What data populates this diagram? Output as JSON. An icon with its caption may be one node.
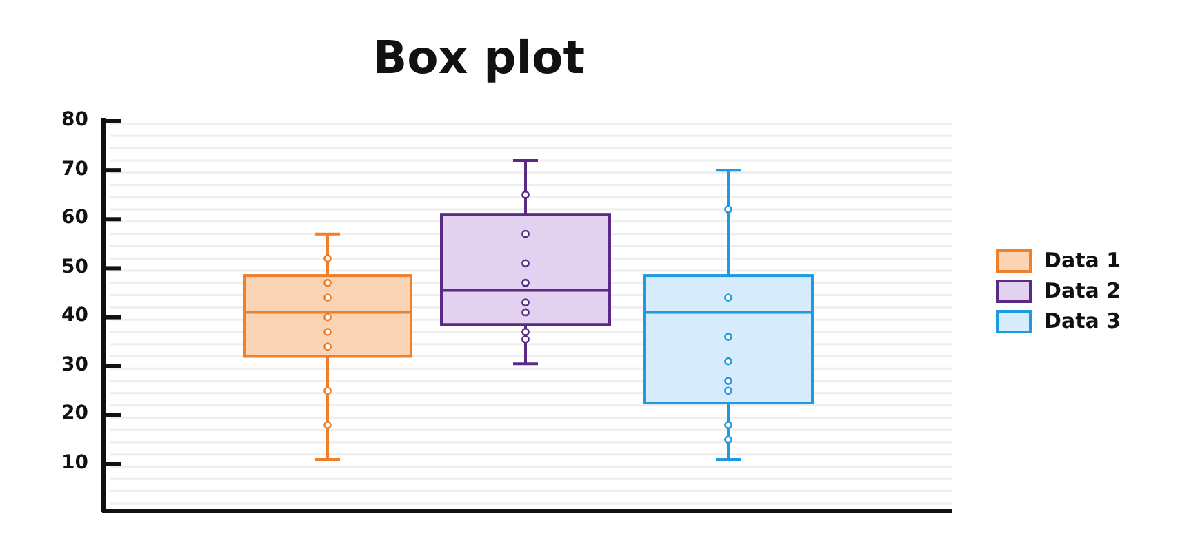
{
  "diagram": {
    "title": "Box plot",
    "labels": [
      "80",
      "70",
      "60",
      "50",
      "40",
      "30",
      "20",
      "10"
    ],
    "legend": [
      {
        "text": "Data 1",
        "color": "#fbd3b5"
      },
      {
        "text": "Data 2",
        "color": "#e3d2ef"
      },
      {
        "text": "Data 3",
        "color": "#d6ebfb"
      }
    ]
  }
}
